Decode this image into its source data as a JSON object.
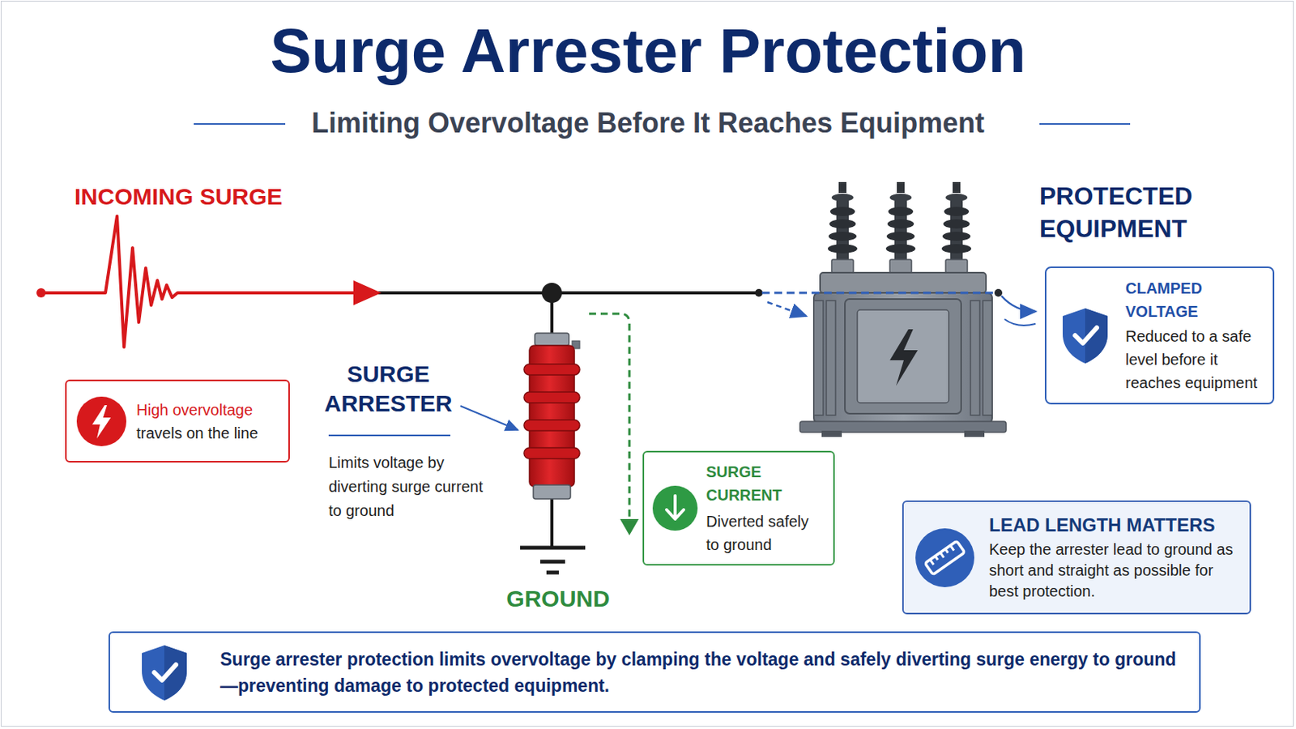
{
  "diagram": {
    "title": "Surge Arrester Protection",
    "nodes": [
      {
        "text": [
          "High overvoltage",
          "travels on the line"
        ]
      },
      {
        "text": [
          "SURGE CURRENT",
          "Diverted safely to ground"
        ]
      },
      {
        "text": [
          "CLAMPED VOLTAGE",
          "Reduced to a safe level before it reaches equipment"
        ]
      },
      {
        "text": [
          "LEAD LENGTH MATTERS",
          "Keep the arrester lead to ground as short and straight as possible for best protection."
        ]
      },
      {
        "text": [
          "Surge arrester protection limits overvoltage by clamping the voltage and safely diverting surge energy to ground—preventing damage to protected equipment."
        ]
      }
    ],
    "labels": [
      "Limiting Overvoltage Before It Reaches Equipment",
      "INCOMING SURGE",
      "SURGE ARRESTER",
      "Limits voltage by diverting surge current to ground",
      "GROUND",
      "PROTECTED EQUIPMENT"
    ]
  }
}
